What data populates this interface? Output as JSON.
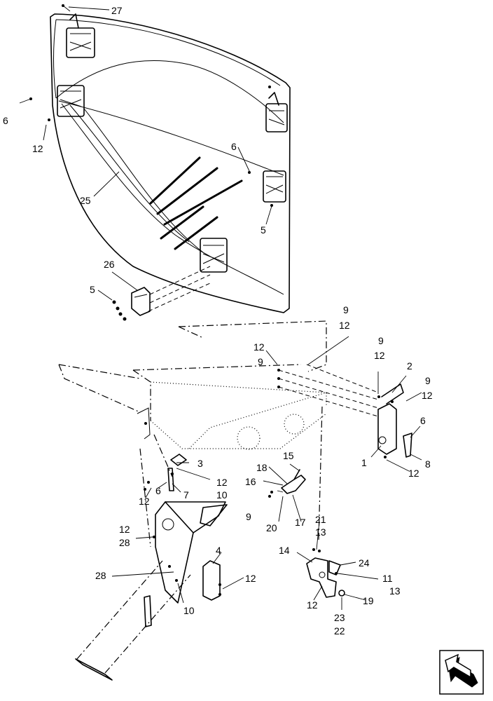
{
  "callouts": {
    "c27": "27",
    "c6_a": "6",
    "c12_a": "12",
    "c25": "25",
    "c6_b": "6",
    "c5_a": "5",
    "c26": "26",
    "c5_b": "5",
    "c9_a": "9",
    "c12_b": "12",
    "c12_c": "12",
    "c9_b": "9",
    "c9_c": "9",
    "c12_d": "12",
    "c2": "2",
    "c9_d": "9",
    "c12_e": "12",
    "c6_c": "6",
    "c1": "1",
    "c8": "8",
    "c12_f": "12",
    "c3": "3",
    "c12_g": "12",
    "c10_a": "10",
    "c6_d": "6",
    "c7": "7",
    "c12_h": "12",
    "c15": "15",
    "c18": "18",
    "c16": "16",
    "c9_e": "9",
    "c20": "20",
    "c17": "17",
    "c21": "21",
    "c13_a": "13",
    "c14": "14",
    "c24": "24",
    "c11": "11",
    "c13_b": "13",
    "c12_i": "12",
    "c19": "19",
    "c23": "23",
    "c22": "22",
    "c12_j": "12",
    "c28_a": "28",
    "c4": "4",
    "c12_k": "12",
    "c28_b": "28",
    "c10_b": "10"
  },
  "icons": {
    "nav_arrow": "previous-page-arrow-icon"
  }
}
